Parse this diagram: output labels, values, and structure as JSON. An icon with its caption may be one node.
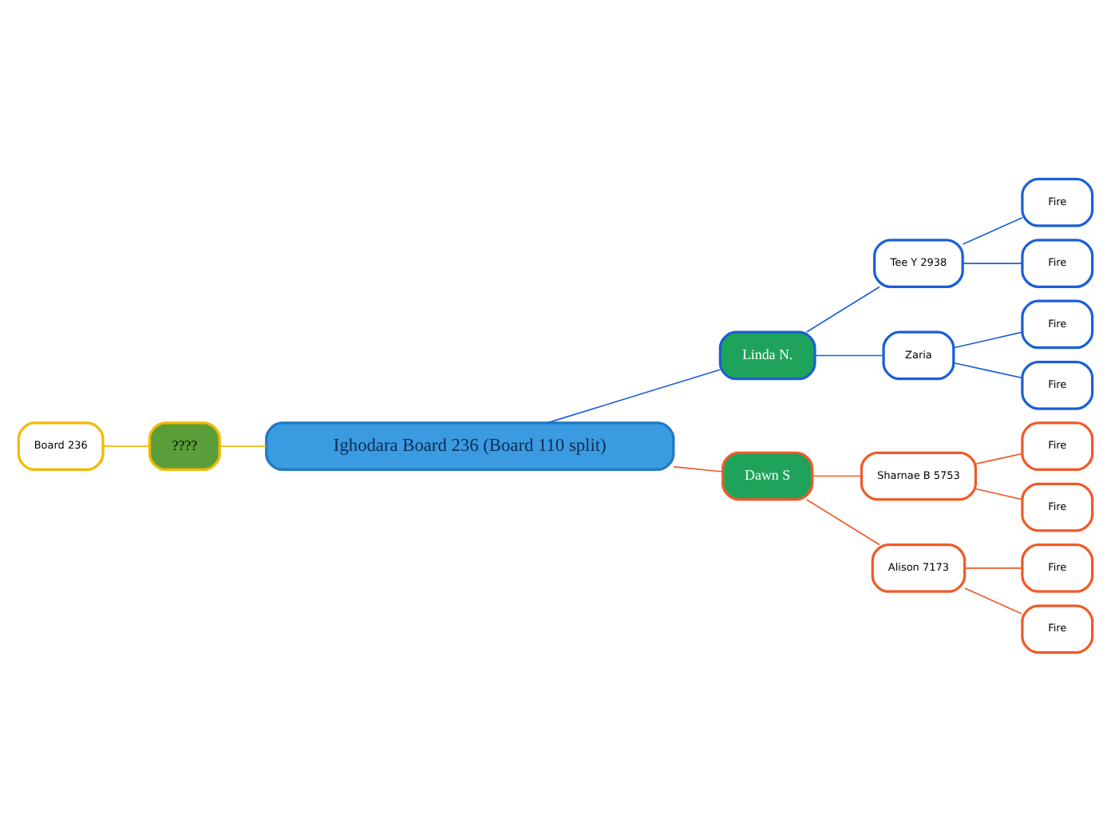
{
  "diagram": {
    "nodes": [
      {
        "text": [
          "Ighodara Board 236 (Board 110 split)"
        ]
      },
      {
        "text": [
          "Linda N."
        ]
      },
      {
        "text": [
          "Tee Y 2938"
        ]
      },
      {
        "text": [
          "Fire"
        ]
      },
      {
        "text": [
          "Fire"
        ]
      },
      {
        "text": [
          "Zaria"
        ]
      },
      {
        "text": [
          "Fire"
        ]
      },
      {
        "text": [
          "Fire"
        ]
      },
      {
        "text": [
          "Dawn S"
        ]
      },
      {
        "text": [
          "Sharnae B 5753"
        ]
      },
      {
        "text": [
          "Fire"
        ]
      },
      {
        "text": [
          "Fire"
        ]
      },
      {
        "text": [
          "Alison 7173"
        ]
      },
      {
        "text": [
          "Fire"
        ]
      },
      {
        "text": [
          "Fire"
        ]
      },
      {
        "text": [
          "????"
        ]
      },
      {
        "text": [
          "Board 236"
        ]
      }
    ],
    "edges": [
      {
        "from": 0,
        "to": 1,
        "arrow": "none"
      },
      {
        "from": 1,
        "to": 2,
        "arrow": "none"
      },
      {
        "from": 2,
        "to": 3,
        "arrow": "none"
      },
      {
        "from": 2,
        "to": 4,
        "arrow": "none"
      },
      {
        "from": 1,
        "to": 5,
        "arrow": "none"
      },
      {
        "from": 5,
        "to": 6,
        "arrow": "none"
      },
      {
        "from": 5,
        "to": 7,
        "arrow": "none"
      },
      {
        "from": 0,
        "to": 8,
        "arrow": "none",
        "color": "#f05a28"
      },
      {
        "from": 8,
        "to": 9,
        "arrow": "none",
        "color": "#f05a28"
      },
      {
        "from": 9,
        "to": 10,
        "arrow": "none",
        "color": "#f05a28"
      },
      {
        "from": 9,
        "to": 11,
        "arrow": "none",
        "color": "#f05a28"
      },
      {
        "from": 8,
        "to": 12,
        "arrow": "none",
        "color": "#f05a28"
      },
      {
        "from": 12,
        "to": 13,
        "arrow": "none",
        "color": "#f05a28"
      },
      {
        "from": 12,
        "to": 14,
        "arrow": "none",
        "color": "#f05a28"
      },
      {
        "from": 16,
        "to": 15,
        "arrow": "none",
        "color": "#f5b800"
      },
      {
        "from": 15,
        "to": 0,
        "arrow": "none",
        "color": "#f5b800"
      }
    ]
  }
}
